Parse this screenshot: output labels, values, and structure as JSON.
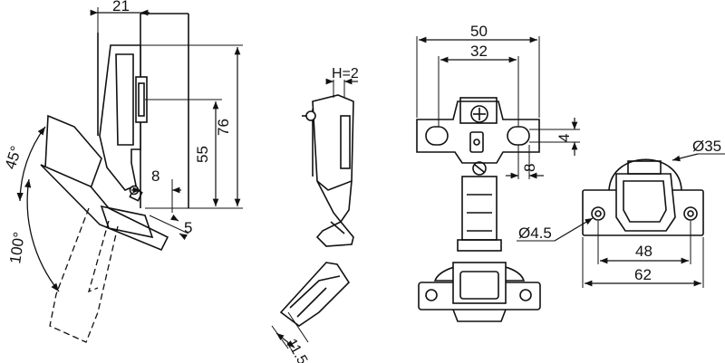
{
  "drawing": {
    "view_side": {
      "dim_depth": "21",
      "dim_height_outer": "76",
      "dim_height_inner": "55",
      "dim_offset": "8",
      "dim_gap": "5",
      "angle_small": "45°",
      "angle_large": "100°"
    },
    "view_profile": {
      "dim_h": "H=2",
      "dim_thickness": "11.5"
    },
    "view_front": {
      "dim_width_outer": "50",
      "dim_width_inner": "32",
      "dim_slot_height": "4",
      "dim_slot_offset": "8"
    },
    "view_cup": {
      "dim_cup_diameter": "Ø35",
      "dim_hole_diameter": "Ø4.5",
      "dim_hole_spacing": "48",
      "dim_plate_width": "62"
    }
  }
}
